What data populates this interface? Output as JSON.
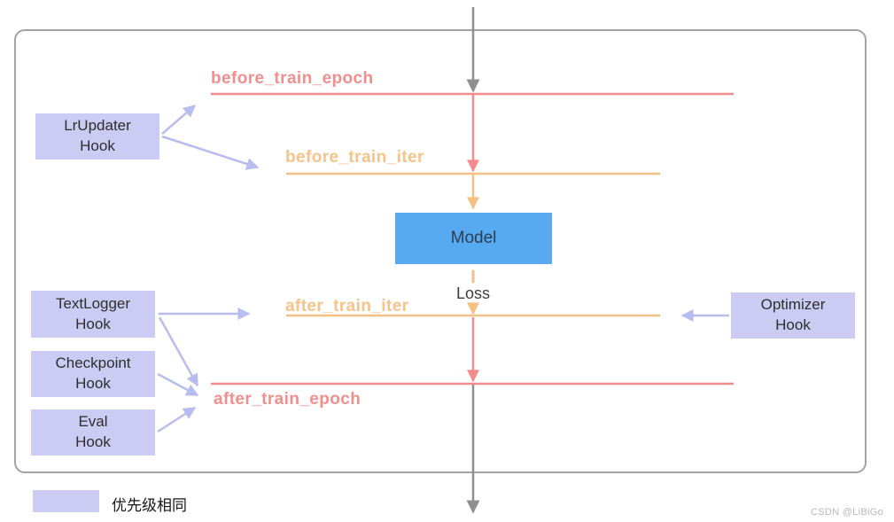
{
  "diagram": {
    "title_context": "training hook flow diagram",
    "hooks": {
      "lr_updater": {
        "line1": "LrUpdater",
        "line2": "Hook"
      },
      "text_logger": {
        "line1": "TextLogger",
        "line2": "Hook"
      },
      "checkpoint": {
        "line1": "Checkpoint",
        "line2": "Hook"
      },
      "eval": {
        "line1": "Eval",
        "line2": "Hook"
      },
      "optimizer": {
        "line1": "Optimizer",
        "line2": "Hook"
      }
    },
    "events": {
      "before_train_epoch": "before_train_epoch",
      "before_train_iter": "before_train_iter",
      "after_train_iter": "after_train_iter",
      "after_train_epoch": "after_train_epoch"
    },
    "model_label": "Model",
    "loss_label": "Loss",
    "legend": {
      "label": "优先级相同"
    },
    "watermark": "CSDN @LiBiGo",
    "colors": {
      "hook_box_fill": "#cbcbf4",
      "hook_arrow": "#b9bcee",
      "event_pink": "#f28b8b",
      "event_orange": "#f5c084",
      "model_blue": "#58aaf0",
      "flow_gray": "#8f8f8f",
      "frame_gray": "#a3a3a3"
    }
  }
}
